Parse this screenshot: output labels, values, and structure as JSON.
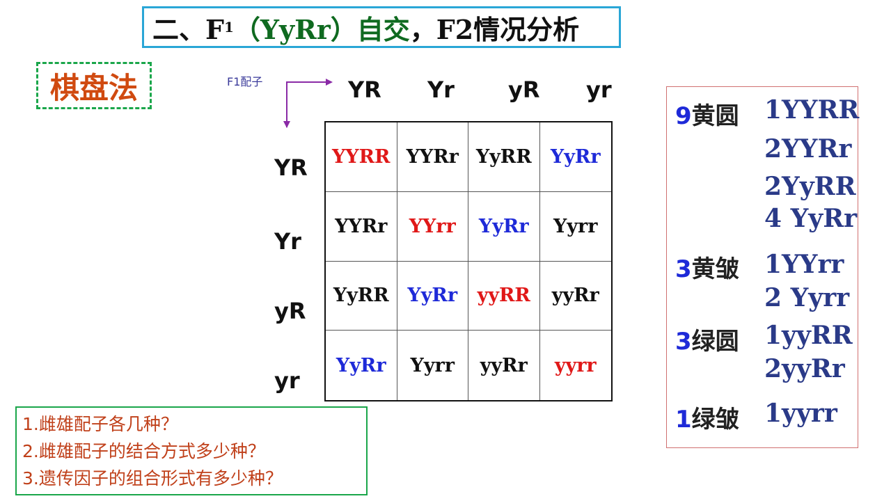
{
  "title": {
    "prefix": "二、F",
    "sub": "1",
    "paren": "（YyRr）自交",
    "suffix": "，F2情况分析"
  },
  "method_label": "棋盘法",
  "f1_gamete_label": "F1配子",
  "gametes_top": [
    "YR",
    "Yr",
    "yR",
    "yr"
  ],
  "gametes_side": [
    "YR",
    "Yr",
    "yR",
    "yr"
  ],
  "grid": [
    [
      "YYRR",
      "YYRr",
      "YyRR",
      "YyRr"
    ],
    [
      "YYRr",
      "YYrr",
      "YyRr",
      "Yyrr"
    ],
    [
      "YyRR",
      "YyRr",
      "yyRR",
      "yyRr"
    ],
    [
      "YyRr",
      "Yyrr",
      "yyRr",
      "yyrr"
    ]
  ],
  "grid_colors": [
    [
      "#e01818",
      "#111111",
      "#111111",
      "#1e2ad8"
    ],
    [
      "#111111",
      "#e01818",
      "#1e2ad8",
      "#111111"
    ],
    [
      "#111111",
      "#1e2ad8",
      "#e01818",
      "#111111"
    ],
    [
      "#1e2ad8",
      "#111111",
      "#111111",
      "#e01818"
    ]
  ],
  "questions": [
    "1.雌雄配子各几种？",
    "2.雌雄配子的结合方式多少种？",
    "3.遗传因子的组合形式有多少种？"
  ],
  "summary": {
    "groups": [
      {
        "num": "9",
        "label": "黄圆",
        "genotypes": [
          "1YYRR",
          "2YYRr",
          "2YyRR",
          "4 YyRr"
        ]
      },
      {
        "num": "3",
        "label": "黄皱",
        "genotypes": [
          "1YYrr",
          "2 Yyrr"
        ]
      },
      {
        "num": "3",
        "label": "绿圆",
        "genotypes": [
          "1yyRR",
          "2yyRr"
        ]
      },
      {
        "num": "1",
        "label": "绿皱",
        "genotypes": [
          "1yyrr"
        ]
      }
    ]
  }
}
